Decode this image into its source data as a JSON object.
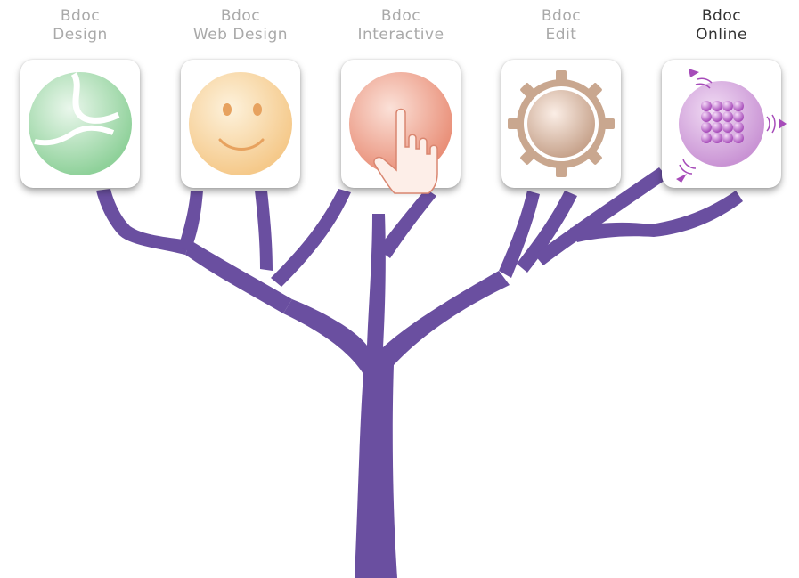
{
  "products": [
    {
      "line1": "Bdoc",
      "line2": "Design",
      "icon": "globe-leaf-icon",
      "active": false
    },
    {
      "line1": "Bdoc",
      "line2": "Web Design",
      "icon": "smiley-face-icon",
      "active": false
    },
    {
      "line1": "Bdoc",
      "line2": "Interactive",
      "icon": "pointing-hand-icon",
      "active": false
    },
    {
      "line1": "Bdoc",
      "line2": "Edit",
      "icon": "gear-icon",
      "active": false
    },
    {
      "line1": "Bdoc",
      "line2": "Online",
      "icon": "dots-grid-icon",
      "active": true
    }
  ],
  "colors": {
    "tree": "#6a4fa0",
    "label_inactive": "#a9a9a9",
    "label_active": "#333333",
    "design": "#8fd19a",
    "web_design": "#f5c98a",
    "interactive": "#e98f78",
    "edit": "#c7a38c",
    "online": "#b66ec7"
  }
}
